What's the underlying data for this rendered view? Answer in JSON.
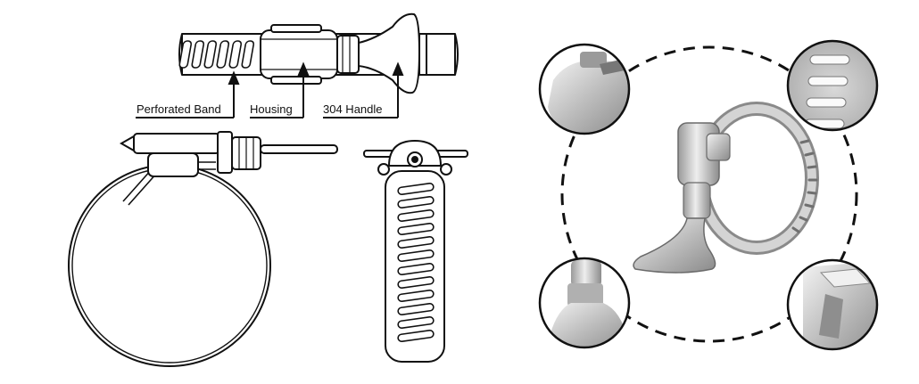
{
  "callouts": {
    "perforated_band": "Perforated Band",
    "housing": "Housing",
    "handle": "304 Handle"
  },
  "colors": {
    "line": "#111111",
    "metal_light": "#e6e6e6",
    "metal_mid": "#b9b9b9",
    "metal_dark": "#7c7c7c",
    "background": "#ffffff"
  },
  "icons": {
    "housing_detail": "zoom-housing-screw",
    "band_slots": "zoom-band-slots",
    "handle_joint": "zoom-handle-joint",
    "band_edge": "zoom-band-edge"
  }
}
